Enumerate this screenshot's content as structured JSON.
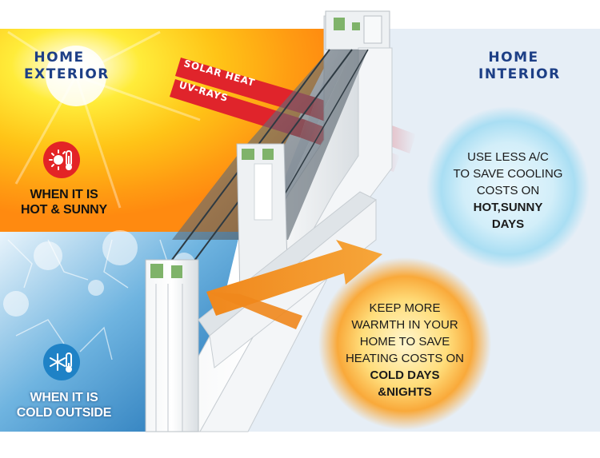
{
  "headings": {
    "exterior": [
      "HOME",
      "EXTERIOR"
    ],
    "interior": [
      "HOME",
      "INTERIOR"
    ]
  },
  "rays": {
    "solar_heat": "SOLAR HEAT",
    "uv_rays": "UV-RAYS"
  },
  "conditions": {
    "hot": {
      "icon": "sun-thermometer-icon",
      "lines": [
        "WHEN IT IS",
        "HOT & SUNNY"
      ]
    },
    "cold": {
      "icon": "snowflake-thermometer-icon",
      "lines": [
        "WHEN IT IS",
        "COLD OUTSIDE"
      ]
    }
  },
  "bubbles": {
    "cooling": {
      "lines": [
        "USE LESS A/C",
        "TO SAVE COOLING",
        "COSTS ON"
      ],
      "bold_lines": [
        "HOT,SUNNY",
        "DAYS"
      ]
    },
    "heating": {
      "lines": [
        "KEEP MORE",
        "WARMTH IN YOUR",
        "HOME TO SAVE",
        "HEATING COSTS ON"
      ],
      "bold_lines": [
        "COLD DAYS",
        "&NIGHTS"
      ]
    }
  },
  "colors": {
    "heading_blue": "#1d3f86",
    "ray_red": "#e0242b",
    "warm_orange": "#f08a1c",
    "sun_yellow": "#ffd21a",
    "hot_badge": "#e32426",
    "cold_badge": "#1f82c6",
    "interior_bg": "#e6eef6"
  }
}
